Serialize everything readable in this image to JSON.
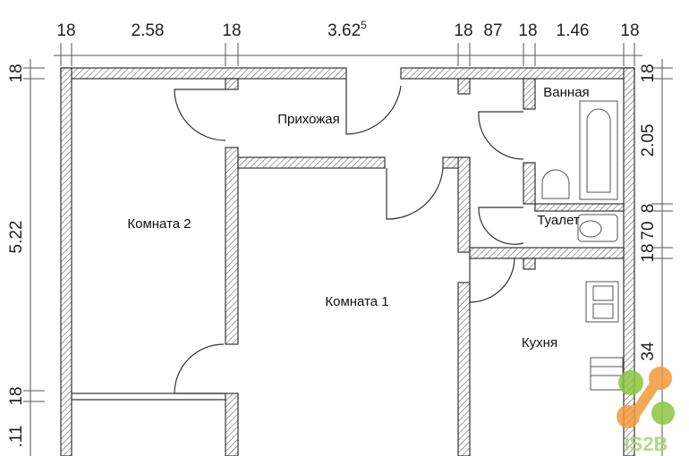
{
  "dimensions": {
    "top": [
      "18",
      "2.58",
      "18",
      "3.62",
      "18",
      "87",
      "18",
      "1.46",
      "18"
    ],
    "top_superscripts": {
      "2.58": "5",
      "3.62": "5"
    },
    "left": [
      "18",
      "5.22",
      "18",
      ".11"
    ],
    "right": [
      "18",
      "2.05",
      "8",
      "70",
      "18",
      "34"
    ]
  },
  "rooms": {
    "hallway": "Прихожая",
    "bathroom": "Ванная",
    "room2": "Комната 2",
    "toilet": "Туалет",
    "room1": "Комната 1",
    "kitchen": "Кухня"
  },
  "watermark": "IS2B",
  "colors": {
    "logo_green": "#8dc63f",
    "logo_orange": "#f39a3a",
    "wall": "#333333"
  }
}
